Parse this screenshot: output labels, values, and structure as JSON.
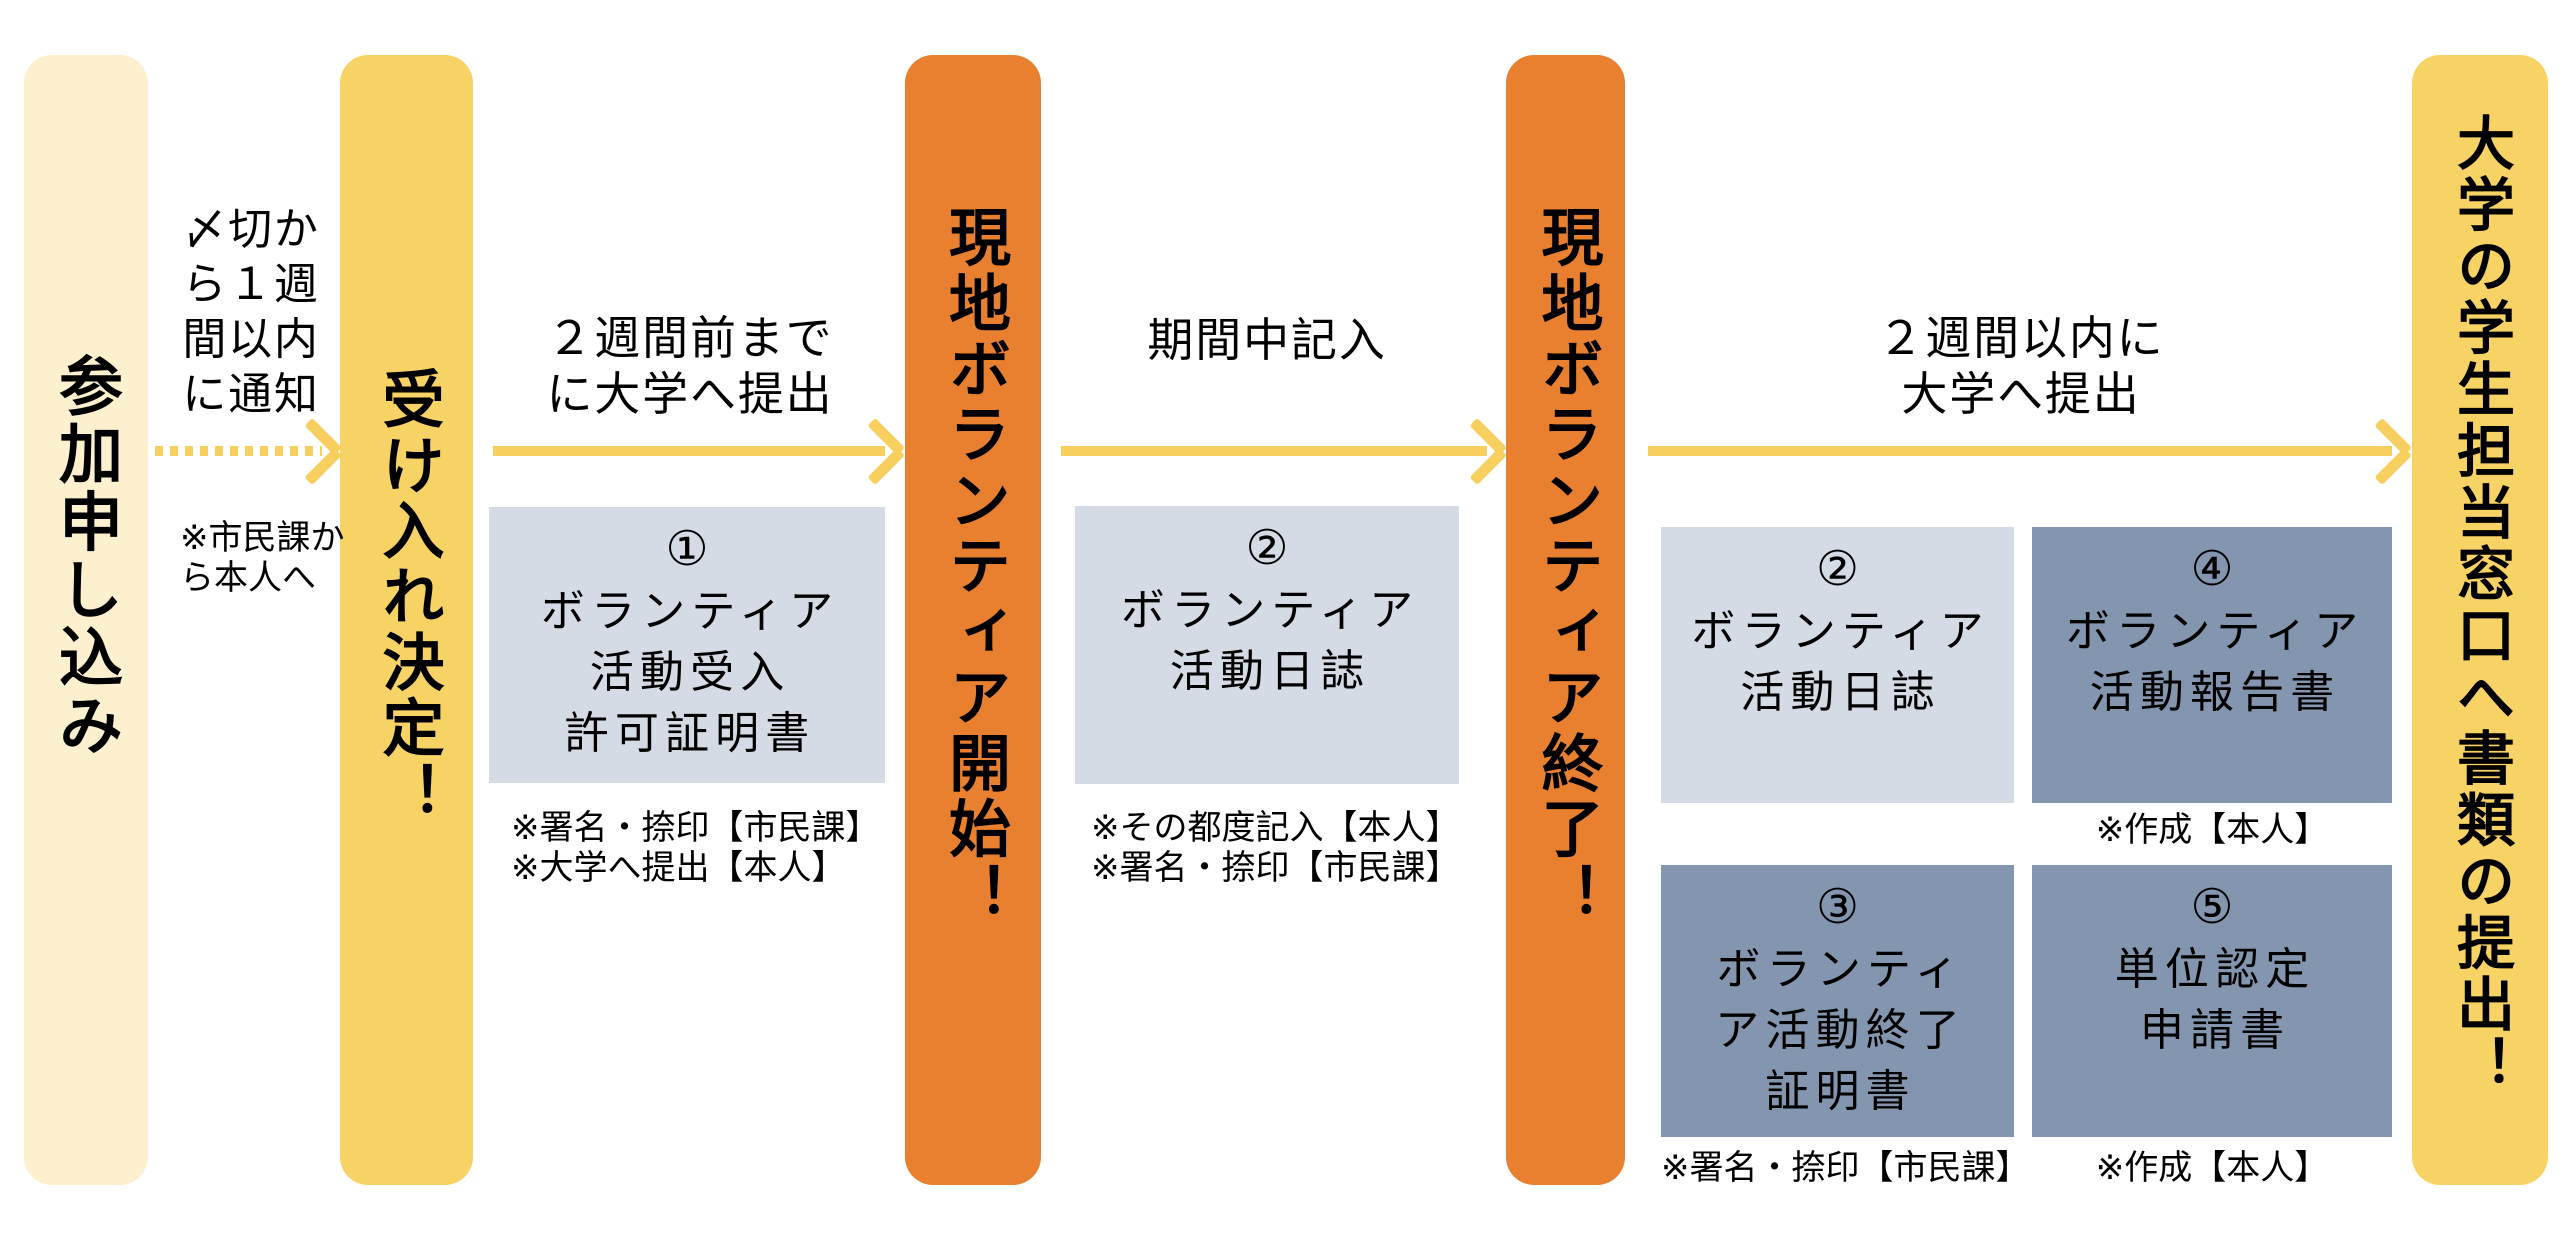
{
  "palette": {
    "background": "#FFFFFF",
    "text": "#000000",
    "cream": "#FCF0CE",
    "yellow": "#F7D264",
    "orange": "#E8802F",
    "arrow": "#F7CF5F",
    "box_light": "#D5DBE4",
    "box_dark": "#8496AF"
  },
  "bars": [
    {
      "id": "apply",
      "label": "参加申し込み"
    },
    {
      "id": "accept",
      "label": "受け入れ決定！"
    },
    {
      "id": "start",
      "label": "現地ボランティア開始！"
    },
    {
      "id": "end",
      "label": "現地ボランティア終了！"
    },
    {
      "id": "submit",
      "label": "大学の学生担当窓口へ書類の提出！"
    }
  ],
  "transitions": {
    "notify": {
      "label_lines": [
        "〆切か",
        "ら１週",
        "間以内",
        "に通知"
      ],
      "note_lines": [
        "※市民課か",
        "ら本人へ"
      ],
      "arrow_style": "dotted"
    },
    "before_start": {
      "label_lines": [
        "２週間前まで",
        "に大学へ提出"
      ],
      "arrow_style": "solid"
    },
    "during": {
      "label_lines": [
        "期間中記入"
      ],
      "arrow_style": "solid"
    },
    "after_end": {
      "label_lines": [
        "２週間以内に",
        "大学へ提出"
      ],
      "arrow_style": "solid"
    }
  },
  "documents": {
    "d1": {
      "number": "①",
      "title_lines": [
        "ボランティア",
        "活動受入",
        "許可証明書"
      ],
      "notes": [
        "※署名・捺印【市民課】",
        "※大学へ提出【本人】"
      ]
    },
    "d2": {
      "number": "②",
      "title_lines": [
        "ボランティア",
        "活動日誌"
      ],
      "notes": [
        "※その都度記入【本人】",
        "※署名・捺印【市民課】"
      ]
    },
    "d2b": {
      "number": "②",
      "title_lines": [
        "ボランティア",
        "活動日誌"
      ],
      "notes": []
    },
    "d4": {
      "number": "④",
      "title_lines": [
        "ボランティア",
        "活動報告書"
      ],
      "notes": [
        "※作成【本人】"
      ]
    },
    "d3": {
      "number": "③",
      "title_lines": [
        "ボランティ",
        "ア活動終了",
        "証明書"
      ],
      "notes": [
        "※署名・捺印【市民課】"
      ]
    },
    "d5": {
      "number": "⑤",
      "title_lines": [
        "単位認定",
        "申請書"
      ],
      "notes": [
        "※作成【本人】"
      ]
    }
  }
}
